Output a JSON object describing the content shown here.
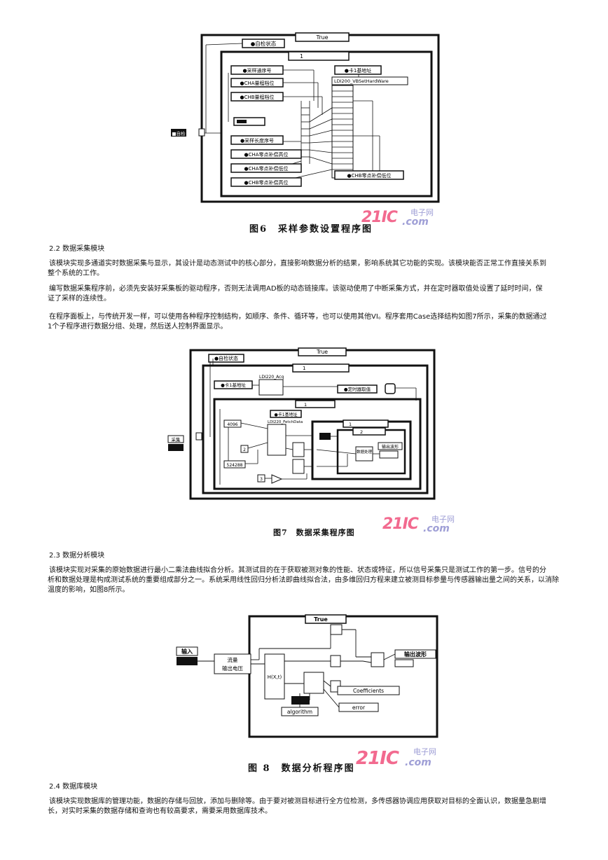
{
  "figure6": {
    "caption": "图6　采样参数设置程序图",
    "labels": {
      "case_true": "True",
      "self_check": "●自检状态",
      "inner_case": "1",
      "sample_channel": "●采样通序号",
      "cha_gain": "●CHA量程档位",
      "chb_gain": "●CHB量程档位",
      "sample_length": "●采样长度序号",
      "cha_zero": "●CHA零点补偿高位",
      "cha_zero_low": "●CHA零点补偿低位",
      "chb_zero_high": "●CHB零点补偿高位",
      "chb_zero_low": "●CHB零点补偿低位",
      "base_addr": "●卡1基地址",
      "subvi": "LDI200_VBSetHardWare",
      "input_ctrl": "■自检"
    }
  },
  "section_2_2": {
    "heading": "2.2 数据采集模块",
    "p1_line1": "该模块实现多通道实时数据采集与显示，其设计是动态测试中的核心部分，直接影响数据分析的结果，影响系统其它功能的实现。该模块能否正常工作直接关系到",
    "p1_line2": "整个系统的工作。",
    "p2_line1": "编写数据采集程序前，必须先安装好采集板的驱动程序，否则无法调用AD板的动态链接库。该驱动使用了中断采集方式，并在定时器取值处设置了延时时间，保",
    "p2_line2": "证了采样的连续性。",
    "p3_line1": "在程序面板上，与传统开发一样，可以使用各种程序控制结构，如顺序、条件、循环等，也可以使用其他VI。程序套用Case选择结构如图7所示，采集的数据通过",
    "p3_line2": "1个子程序进行数据分组、处理，然后送人控制界面显示。"
  },
  "figure7": {
    "caption": "图7　数据采集程序图",
    "labels": {
      "case_true": "True",
      "self_check": "●自检状态",
      "outer_case": "1",
      "base_addr": "●卡1基地址",
      "subvi_acq": "LDI220_Acq",
      "timer": "●定时器取值",
      "inner_case": "1",
      "base_addr2": "●卡1基地址",
      "subvi_fetch": "LDI220_FetchData",
      "const_4096": "4096",
      "const_524288": "524288",
      "const_3": "3",
      "const_2": "2",
      "case_1": "1",
      "case_2": "2",
      "data_process": "数据处理",
      "output_wave": "输出波形",
      "input_ctrl": "采集"
    }
  },
  "section_2_3": {
    "heading": "2.3 数据分析模块",
    "p1_line1": "该模块实现对采集的原始数据进行最小二乘法曲线拟合分析。其测试目的在于获取被测对象的性能、状态或特征，所以信号采集只是测试工作的第一步。信号的分",
    "p1_line2": "析和数据处理是构成测试系统的重要组成部分之一。系统采用线性回归分析法即曲线拟合法，由多维回归方程来建立被测目标参量与传感器输出量之间的关系，以消除",
    "p1_line3": "温度的影响，如图8所示。"
  },
  "figure8": {
    "caption": "图 8　数据分析程序图",
    "labels": {
      "case_true": "True",
      "input": "输入",
      "flow": "流量",
      "output_voltage": "输出电压",
      "hx": "H(X,t)",
      "coefficients": "Coefficients",
      "algorithm": "algorithm",
      "error": "error",
      "output_wave": "输出波形"
    }
  },
  "section_2_4": {
    "heading": "2.4 数据库模块",
    "p1_line1": "该模块实现数据库的管理功能，数据的存储与回放，添加与删除等。由于要对被测目标进行全方位检测，多传感器协调应用获取对目标的全面认识，数据量急剧增",
    "p1_line2": "长，对实时采集的数据存储和查询也有较高要求，需要采用数据库技术。"
  },
  "watermark": {
    "number": "21IC",
    "cn": "电子网",
    "domain": ".com"
  }
}
